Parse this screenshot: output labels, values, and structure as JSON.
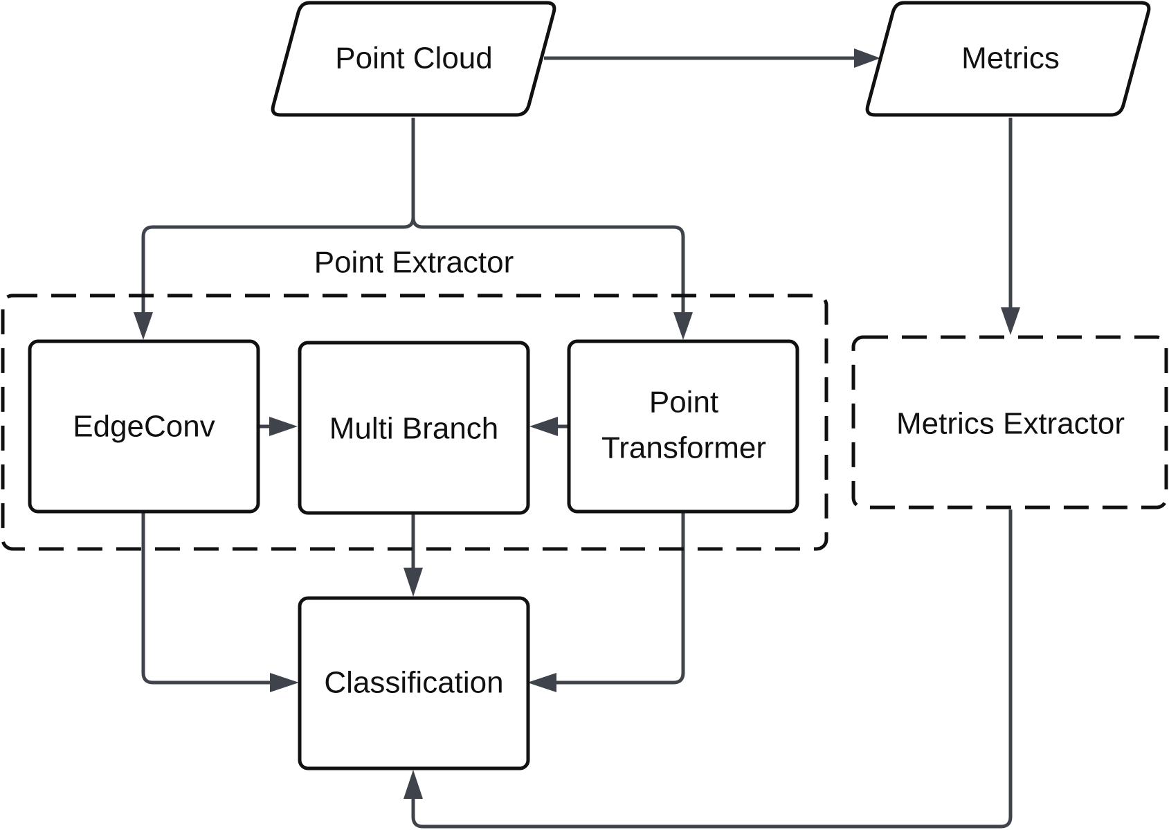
{
  "nodes": {
    "point_cloud": "Point Cloud",
    "metrics": "Metrics",
    "edgeconv": "EdgeConv",
    "multi_branch": "Multi Branch",
    "point_transformer_line1": "Point",
    "point_transformer_line2": "Transformer",
    "metrics_extractor": "Metrics Extractor",
    "classification": "Classification"
  },
  "groups": {
    "point_extractor": "Point Extractor"
  },
  "colors": {
    "node_border": "#111111",
    "edge": "#3e434c",
    "background": "#ffffff"
  }
}
